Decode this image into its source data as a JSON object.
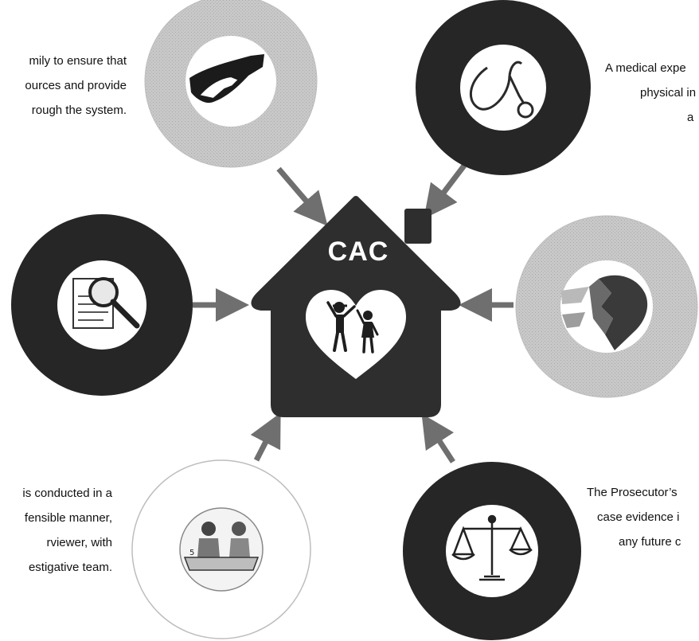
{
  "center": {
    "title": "CAC",
    "colors": {
      "house": "#2e2e2e",
      "heart": "#ffffff",
      "arrow": "#6f6f6f"
    }
  },
  "nodes": [
    {
      "id": "advocate",
      "icon": "helping-hands-icon",
      "ring": "light-gray",
      "caption": [
        "mily to ensure that",
        "ources and provide",
        "rough the system."
      ]
    },
    {
      "id": "medical",
      "icon": "stethoscope-icon",
      "ring": "dark",
      "caption": [
        "A medical expe",
        "physical in",
        "a"
      ]
    },
    {
      "id": "law-enforcement",
      "icon": "magnifying-glass-document-icon",
      "ring": "dark",
      "caption": []
    },
    {
      "id": "mental-health",
      "icon": "broken-heart-icon",
      "ring": "light-gray",
      "caption": []
    },
    {
      "id": "forensic-interview",
      "icon": "interview-table-icon",
      "ring": "white",
      "caption": [
        "is conducted in a",
        "fensible manner,",
        "rviewer, with",
        "estigative team."
      ]
    },
    {
      "id": "prosecutor",
      "icon": "scales-of-justice-icon",
      "ring": "dark",
      "caption": [
        "The Prosecutor’s",
        "case evidence i",
        "any future c"
      ]
    }
  ]
}
